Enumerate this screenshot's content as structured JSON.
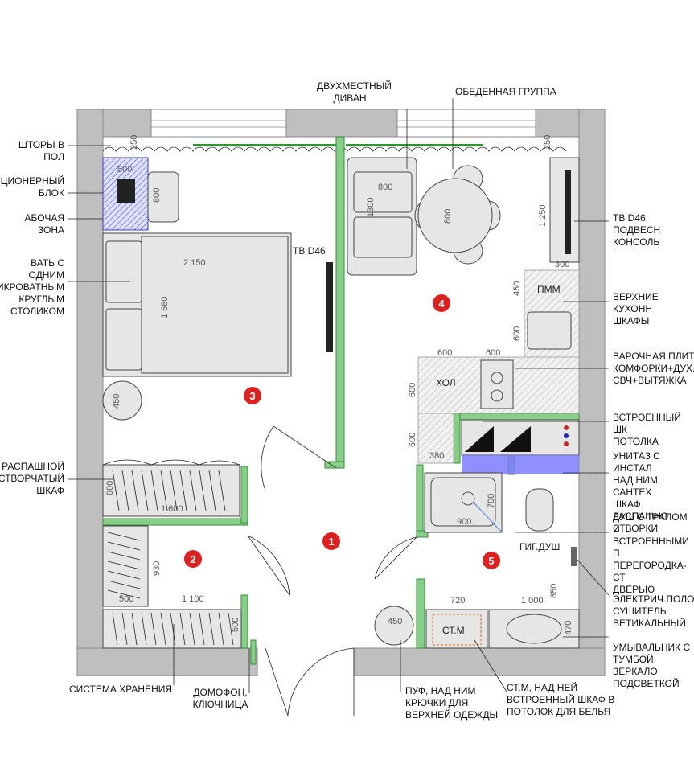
{
  "labels": {
    "curtains": "ШТОРЫ В ПОЛ",
    "ac_unit": "ИЦИОНЕРНЫЙ\nБЛОК",
    "work_zone": "АБОЧАЯ ЗОНА",
    "bed": "ВАТЬ С ОДНИМ\nИКРОВАТНЫМ\nКРУГЛЫМ\nСТОЛИКОМ",
    "wardrobe": "РАСПАШНОЙ\nСТВОРЧАТЫЙ\nШКАФ",
    "storage": "СИСТЕМА ХРАНЕНИЯ",
    "intercom": "ДОМОФОН,\nКЛЮЧНИЦА",
    "sofa": "ДВУХМЕСТНЫЙ\nДИВАН",
    "dining": "ОБЕДЕННАЯ ГРУППА",
    "tv_console": "ТВ D46, ПОДВЕСН\nКОНСОЛЬ",
    "upper_cabinets": "ВЕРХНИЕ КУХОНН\nШКАФЫ",
    "cooktop": "ВАРОЧНАЯ ПЛИТА\nКОМФОРКИ+ДУХ.Ш\nСВЧ+ВЫТЯЖКА",
    "ceiling_cabinet": "ВСТРОЕННЫЙ ШК\nПОТОЛКА",
    "toilet": "УНИТАЗ С ИНСТАЛ\nНАД НИМ САНТЕХ\nШКАФ РАСПАШНО\nСТВОРКИ",
    "shower": "ДУШ С ТРАПОМ И\nВСТРОЕННЫМИ П\nПЕРЕГОРОДКА-СТ\nДВЕРЬЮ",
    "towel_dryer": "ЭЛЕКТРИЧ.ПОЛОТ\nСУШИТЕЛЬ\nВЕТИКАЛЬНЫЙ",
    "sink": "УМЫВАЛЬНИК С\nТУМБОЙ, ЗЕРКАЛО\nПОДСВЕТКОЙ",
    "pouf": "ПУФ, НАД НИМ\nКРЮЧКИ ДЛЯ\nВЕРХНЕЙ ОДЕЖДЫ",
    "washer": "СТ.М, НАД НЕЙ\nВСТРОЕННЫЙ ШКАФ В\nПОТОЛОК ДЛЯ БЕЛЬЯ"
  },
  "plan_tags": {
    "tv_bedroom": "ТВ D46",
    "hall": "ХОЛ",
    "fridge": "ПММ",
    "hygienic_shower": "ГИГ.ДУШ",
    "washer": "СТ.М"
  },
  "room_numbers": [
    "1",
    "2",
    "3",
    "4",
    "5"
  ],
  "dims": {
    "d250a": "250",
    "d250b": "250",
    "d500": "500",
    "d800a": "800",
    "d2150": "2 150",
    "d1680": "1 680",
    "d450a": "450",
    "d800b": "800",
    "d1300": "1300",
    "d800c": "800",
    "d1250": "1 250",
    "d300": "300",
    "d450b": "450",
    "d600a": "600",
    "d600b": "600",
    "d600c": "600",
    "d600d": "600",
    "d600e": "600",
    "d380": "380",
    "d700": "700",
    "d900": "900",
    "d850": "850",
    "d720": "720",
    "d1000": "1 000",
    "d470": "470",
    "d450c": "450",
    "d600f": "600",
    "d1600": "1 600",
    "d930": "930",
    "d500b": "500",
    "d1100": "1 100",
    "d500c": "500"
  },
  "colors": {
    "wall": "#bfbfbf",
    "partition": "#86cf86",
    "room_marker": "#e02020",
    "plumbing_box": "#7b7bff",
    "ac_unit": "#3a3ad0",
    "washer_outline": "#e06020"
  }
}
